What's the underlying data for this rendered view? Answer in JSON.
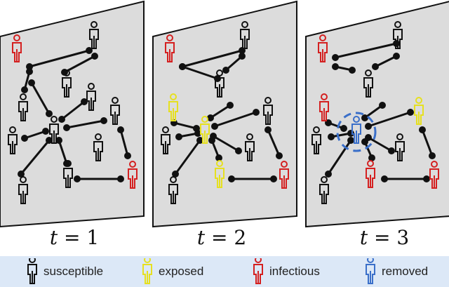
{
  "panels": [
    {
      "label_var": "t",
      "label_eq": "=",
      "label_num": "1"
    },
    {
      "label_var": "t",
      "label_eq": "=",
      "label_num": "2"
    },
    {
      "label_var": "t",
      "label_eq": "=",
      "label_num": "3"
    }
  ],
  "legend": [
    {
      "state": "susceptible",
      "label": "susceptible",
      "color": "#111111"
    },
    {
      "state": "exposed",
      "label": "exposed",
      "color": "#e6e020"
    },
    {
      "state": "infectious",
      "label": "infectious",
      "color": "#d42020"
    },
    {
      "state": "removed",
      "label": "removed",
      "color": "#3a6fc9"
    }
  ],
  "colors": {
    "panel_fill": "#dcdcdc",
    "panel_stroke": "#111111",
    "edge": "#111111",
    "legend_bg": "#dce8f7",
    "highlight_ring": "#3a6fc9"
  },
  "icons": [
    "person-icon",
    "removed-highlight-ring-icon"
  ]
}
